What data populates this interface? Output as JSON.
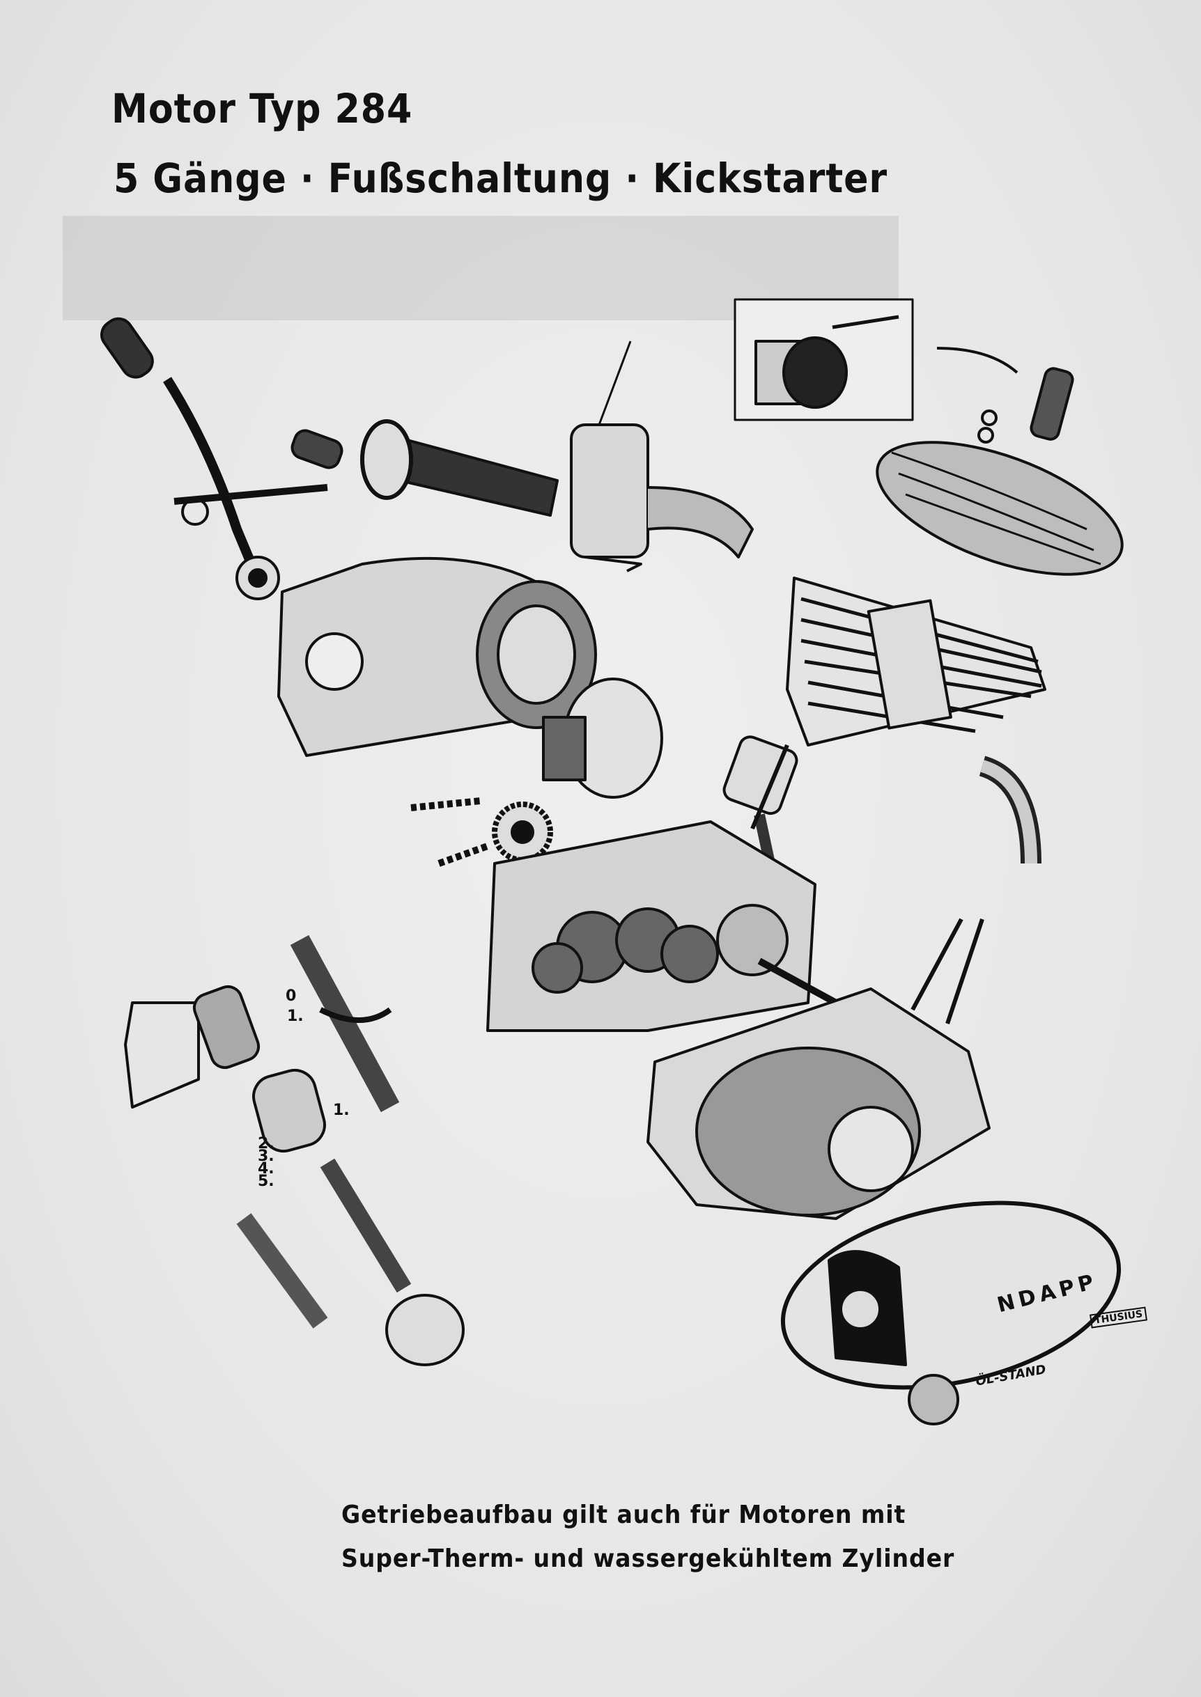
{
  "header": {
    "title": "Motor Typ 284",
    "subtitle": "5 Gänge · Fußschaltung · Kickstarter"
  },
  "diagram": {
    "callouts": {
      "shift_drum_0": "0",
      "shift_drum_1": "1.",
      "gear_sleeve_1": "1.",
      "gear_2": "2.",
      "gear_3": "3.",
      "gear_4": "4.",
      "gear_5": "5."
    },
    "oil_level_label": "ÖL-STAND",
    "cover_brand": "NDAPP",
    "artist_signature": "THUSIUS"
  },
  "footer": {
    "caption_line1": "Getriebeaufbau gilt auch für Motoren mit",
    "caption_line2": "Super-Therm- und wassergekühltem Zylinder"
  }
}
